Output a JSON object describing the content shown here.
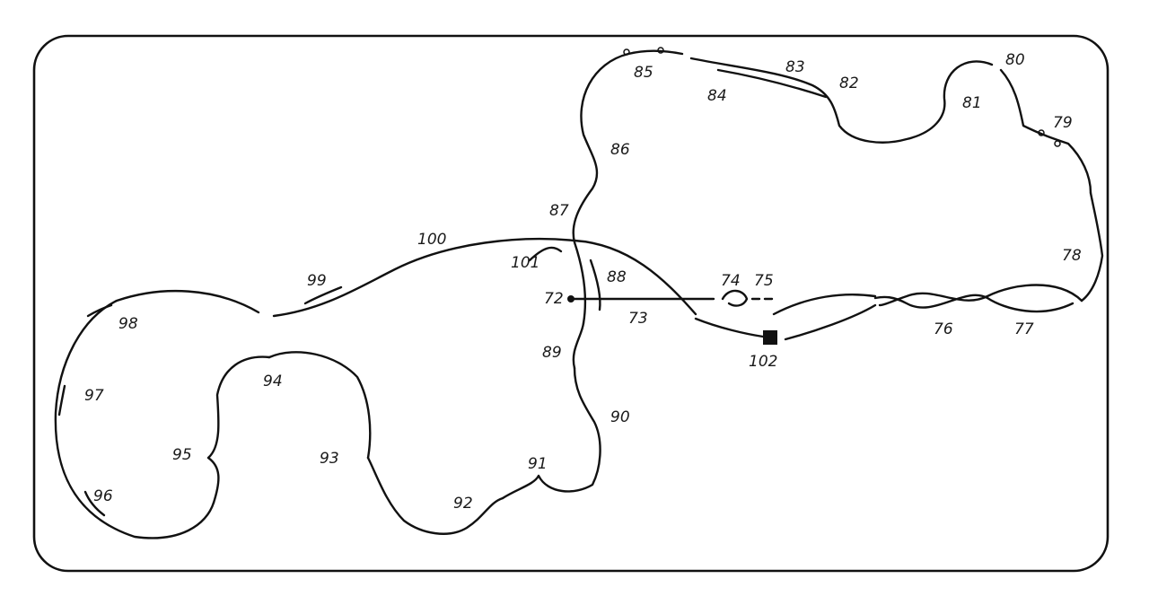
{
  "labels": [
    "72",
    "73",
    "74",
    "75",
    "76",
    "77",
    "78",
    "79",
    "80",
    "81",
    "82",
    "83",
    "84",
    "85",
    "86",
    "87",
    "88",
    "89",
    "90",
    "91",
    "92",
    "93",
    "94",
    "95",
    "96",
    "97",
    "98",
    "99",
    "100",
    "101",
    "102"
  ],
  "colors": {
    "ink": "#111111",
    "paper": "#ffffff"
  }
}
